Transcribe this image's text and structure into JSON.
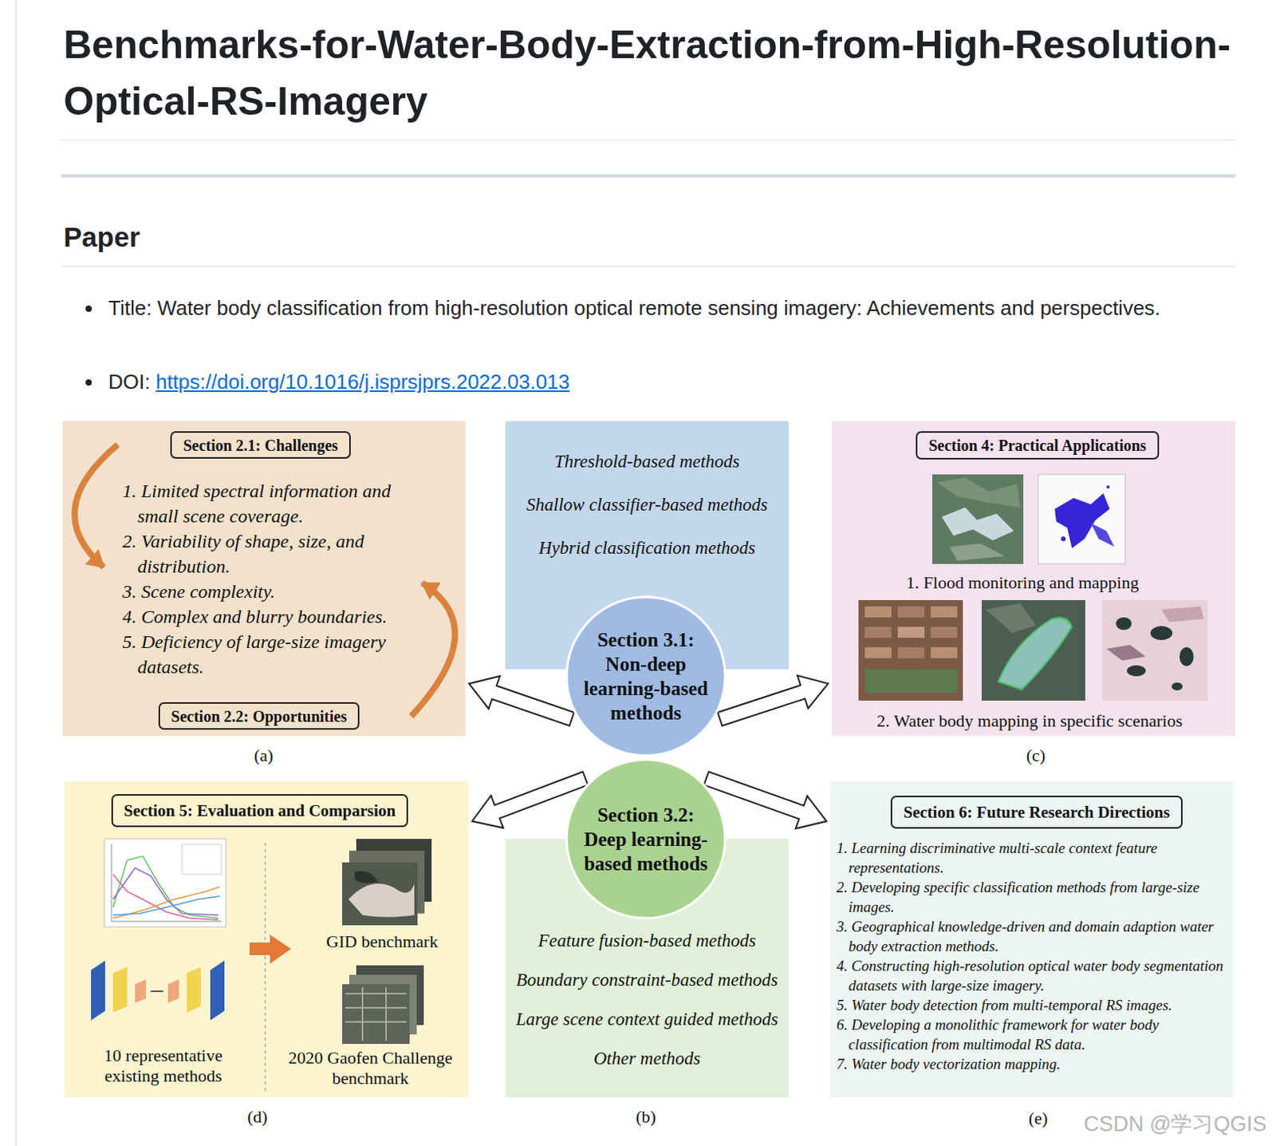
{
  "diagram": {
    "title": "Benchmarks-for-Water-Body-Extraction-from-High-Resolution-Optical-RS-Imagery",
    "nodes": [
      {
        "text": [
          "1. Limited spectral information and small scene coverage.",
          "2. Variability of shape, size, and distribution.",
          "3. Scene complexity.",
          "4. Complex and blurry boundaries.",
          "5. Deficiency of large-size imagery datasets."
        ]
      },
      {
        "text": [
          "Section 2.1: Challenges"
        ],
        "in": 0
      },
      {
        "text": [
          "Section 2.2: Opportunities"
        ],
        "in": 0
      },
      {
        "text": [
          "Threshold-based methods",
          "Shallow classifier-based methods",
          "Hybrid classification methods"
        ]
      },
      {
        "text": [
          "Section 3.1: Non-deep learning-based methods"
        ]
      },
      {
        "text": [
          "1. Flood monitoring and mapping",
          "2. Water body mapping in specific scenarios"
        ]
      },
      {
        "text": [
          "Section 4: Practical Applications"
        ],
        "in": 5
      },
      {
        "text": [
          "GID benchmark",
          "10 representative existing methods",
          "2020 Gaofen Challenge benchmark"
        ]
      },
      {
        "text": [
          "Section 5: Evaluation and Comparsion"
        ],
        "in": 7
      },
      {
        "text": [
          "Section 3.2: Deep learning-based methods"
        ]
      },
      {
        "text": [
          "Feature fusion-based methods",
          "Boundary constraint-based methods",
          "Large scene context guided methods",
          "Other methods"
        ]
      },
      {
        "text": [
          "1. Learning discriminative multi-scale context feature representations.",
          "2. Developing specific classification methods from large-size images.",
          "3. Geographical knowledge-driven and domain adaption water body extraction methods.",
          "4. Constructing high-resolution optical water body segmentation datasets with large-size imagery.",
          "5. Water body detection from multi-temporal RS images.",
          "6. Developing a monolithic framework for water body classification from multimodal RS data.",
          "7. Water body vectorization mapping."
        ]
      },
      {
        "text": [
          "Section 6: Future Research Directions"
        ],
        "in": 11
      }
    ],
    "edges": [
      {
        "from": 4,
        "to": 0,
        "arrow": "to"
      },
      {
        "from": 4,
        "to": 5,
        "arrow": "to"
      },
      {
        "from": 9,
        "to": 7,
        "arrow": "to"
      },
      {
        "from": 9,
        "to": 11,
        "arrow": "to"
      }
    ],
    "labels": [
      "Paper",
      "Title: Water body classification from high-resolution optical remote sensing imagery: Achievements and perspectives.",
      "DOI:",
      "https://doi.org/10.1016/j.isprsjprs.2022.03.013",
      "(a)",
      "(c)",
      "(d)",
      "(b)",
      "(e)",
      "CSDN @学习QGIS"
    ]
  }
}
